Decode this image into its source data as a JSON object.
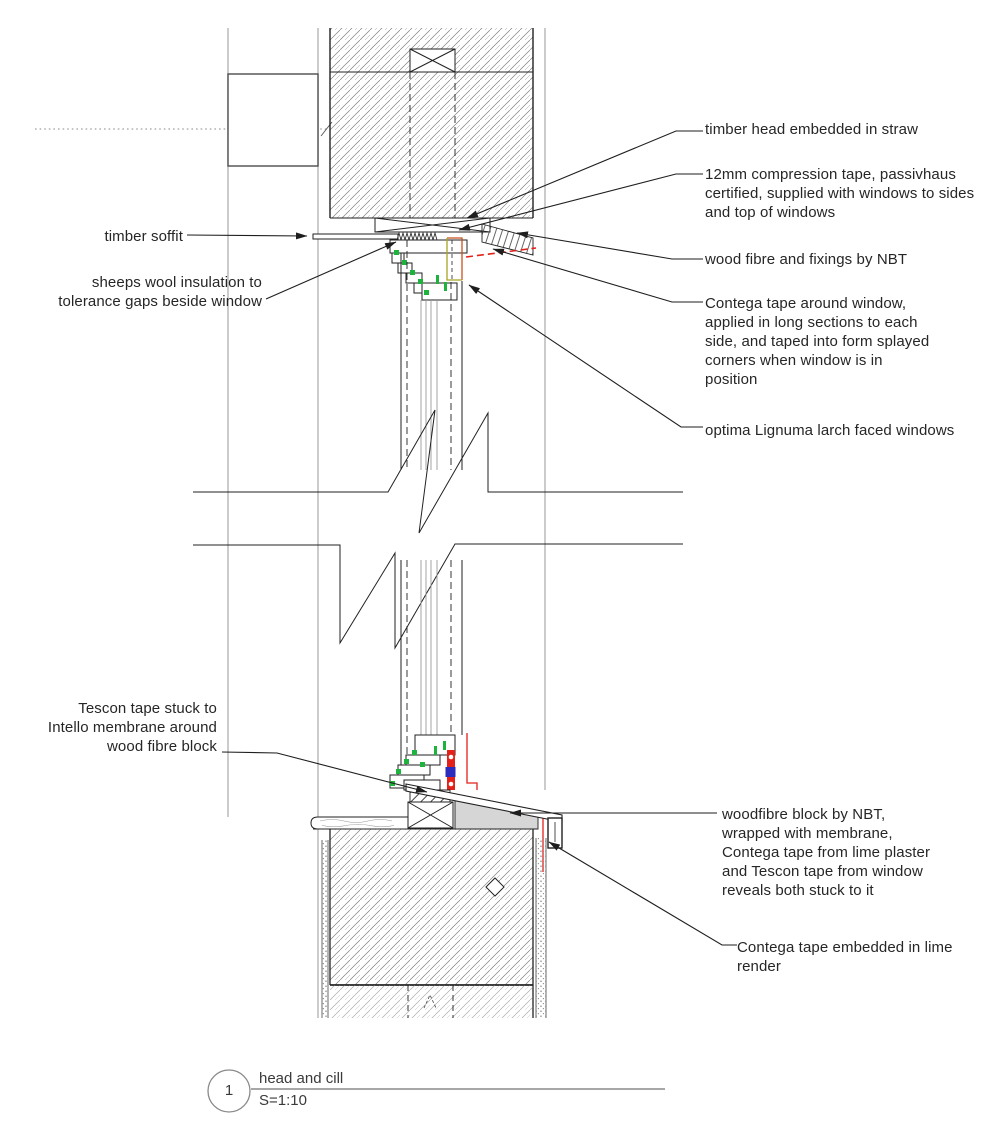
{
  "drawing": {
    "kind": "architectural section detail",
    "subject": "window head and cill junction in straw bale wall"
  },
  "annotations": {
    "right": [
      {
        "id": "timber-head",
        "lines": [
          "timber head embedded in straw"
        ]
      },
      {
        "id": "compression-tape",
        "lines": [
          "12mm compression tape, passivhaus",
          "certified, supplied with windows to sides",
          "and top of windows"
        ]
      },
      {
        "id": "wood-fibre",
        "lines": [
          "wood fibre and fixings by NBT"
        ]
      },
      {
        "id": "contega-window",
        "lines": [
          "Contega tape around window,",
          "applied in long sections to each",
          "side, and taped into form splayed",
          "corners when window is in",
          "position"
        ]
      },
      {
        "id": "optima-windows",
        "lines": [
          "optima Lignuma larch faced windows"
        ]
      },
      {
        "id": "woodfibre-block",
        "lines": [
          "woodfibre block by NBT,",
          "wrapped with  membrane,",
          "Contega tape from lime plaster",
          "and Tescon tape from window",
          "reveals both stuck to it"
        ]
      },
      {
        "id": "contega-render",
        "lines": [
          "Contega tape embedded in lime",
          "render"
        ]
      }
    ],
    "left": [
      {
        "id": "timber-soffit",
        "lines": [
          "timber soffit"
        ]
      },
      {
        "id": "sheeps-wool",
        "lines": [
          "sheeps wool insulation to",
          "tolerance gaps beside window"
        ]
      },
      {
        "id": "tescon-tape",
        "lines": [
          "Tescon tape stuck to",
          "Intello membrane around",
          "wood fibre block"
        ]
      }
    ]
  },
  "title_block": {
    "number": "1",
    "title": "head and cill",
    "scale": "S=1:10"
  },
  "icons": {
    "leader_arrow": "filled-triangle-arrowhead"
  },
  "colors": {
    "line": "#222222",
    "construction_gray": "#a5a5a5",
    "tape_green": "#1db33c",
    "tape_red": "#e32119",
    "fixing_blue": "#2b2bbd",
    "frame_orange": "#c8501e",
    "frame_olive": "#a8a520",
    "woodfibre_gray_fill": "#d6d6d6",
    "title_line_gray": "#8a8a8a"
  }
}
